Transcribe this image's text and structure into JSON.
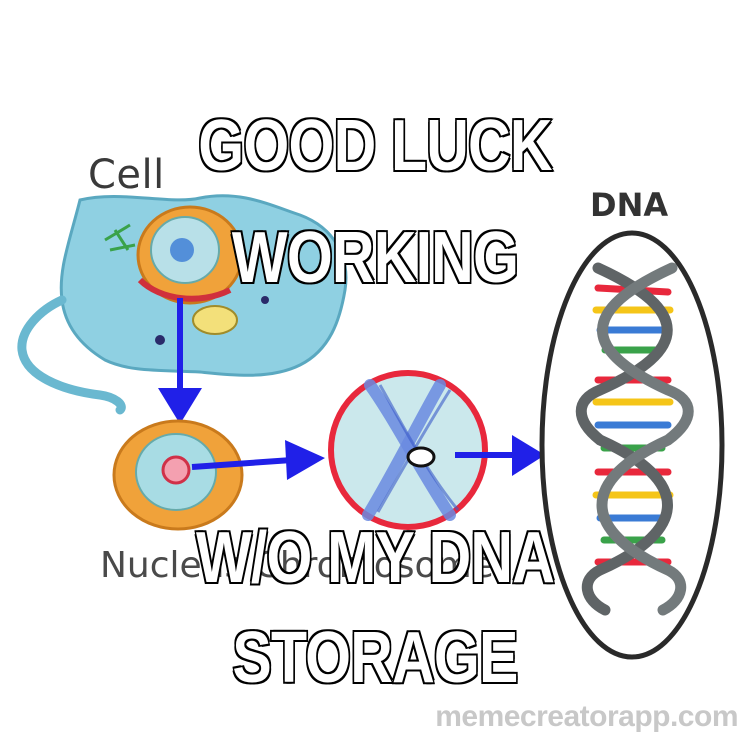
{
  "labels": {
    "cell": "Cell",
    "dna": "DNA",
    "bottom": "Nucleus   Chromosome"
  },
  "meme_text": {
    "top_line_1": "GOOD LUCK",
    "top_line_2": "WORKING",
    "bottom_line_1": "W/O MY DNA",
    "bottom_line_2": "STORAGE"
  },
  "watermark": "memecreatorapp.com",
  "colors": {
    "arrow": "#2020e8",
    "chromosome_ring": "#e8283c",
    "helix_backbone": "#5f6466",
    "cell_body": "#8fcfe0"
  }
}
